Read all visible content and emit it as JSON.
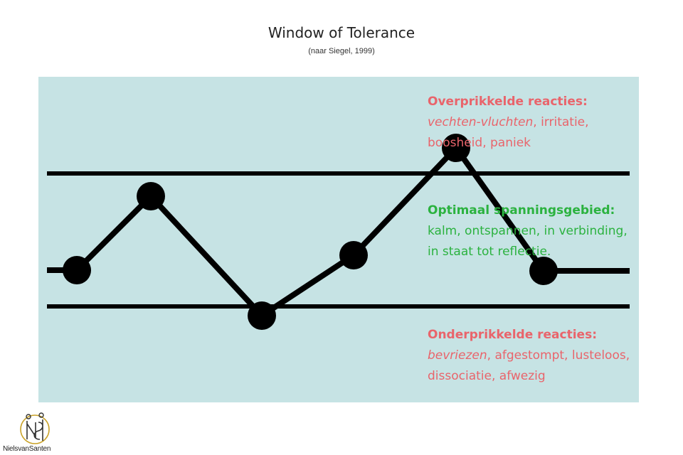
{
  "title": "Window of Tolerance",
  "subtitle": "(naar Siegel, 1999)",
  "colors": {
    "panel_background": "#c6e3e4",
    "line": "#000000",
    "over_under_text": "#e9646b",
    "optimal_text": "#2bb23f",
    "logo_gold": "#c9a227"
  },
  "zones": {
    "over": {
      "heading": "Overprikkelde reacties:",
      "italic": "vechten-vluchten",
      "rest": ", irritatie, boosheid, paniek"
    },
    "optimal": {
      "heading": "Optimaal spanningsgebied:",
      "body": "kalm, ontspannen, in verbinding, in staat tot reflectie."
    },
    "under": {
      "heading": "Onderprikkelde reacties:",
      "italic": "bevriezen",
      "rest": ", afgestompt, lusteloos, dissociatie, afwezig"
    }
  },
  "arousal_path": {
    "description_points": [
      "baseline",
      "peak",
      "trough",
      "rise",
      "over-peak",
      "baseline"
    ],
    "levels": [
      0.5,
      0.68,
      0.32,
      0.58,
      0.85,
      0.5
    ]
  },
  "logo": {
    "text": "NielsvanSanten",
    "icon": "nielsvansanten-logo-icon"
  }
}
